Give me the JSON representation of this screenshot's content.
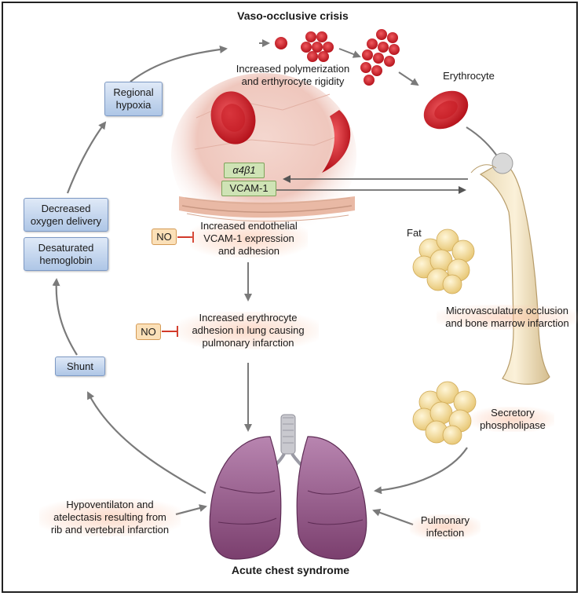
{
  "diagram": {
    "title": "Vaso-occlusive crisis",
    "bottom_title": "Acute chest syndrome",
    "polymerization": [
      "Increased polymerization",
      "and erthyrocyte rigidity"
    ],
    "erythrocyte": "Erythrocyte",
    "alpha4beta1": "α4β1",
    "vcam1": "VCAM-1",
    "endothelial": [
      "Increased endothelial",
      "VCAM-1 expression",
      "and adhesion"
    ],
    "no_1": "NO",
    "no_2": "NO",
    "adhesion_lung": [
      "Increased erythrocyte",
      "adhesion in lung causing",
      "pulmonary infarction"
    ],
    "fat": "Fat",
    "microvasculature": [
      "Microvasculature occlusion",
      "and bone marrow infarction"
    ],
    "secretory": [
      "Secretory",
      "phospholipase"
    ],
    "pulmonary_infection": [
      "Pulmonary",
      "infection"
    ],
    "hypoventilation": [
      "Hypoventilaton and",
      "atelectasis resulting from",
      "rib and vertebral infarction"
    ],
    "regional_hypoxia": [
      "Regional",
      "hypoxia"
    ],
    "decreased_oxygen": [
      "Decreased",
      "oxygen delivery"
    ],
    "desaturated": [
      "Desaturated",
      "hemoglobin"
    ],
    "shunt": "Shunt"
  },
  "colors": {
    "blue_box": "#aec6e6",
    "no_box": "#fbe0b8",
    "green_box": "#cfe3b5",
    "arrow": "#7a7a7a",
    "inhibit": "#d23a2a",
    "rbc": "#d4232c",
    "lung": "#9a5a8a"
  }
}
